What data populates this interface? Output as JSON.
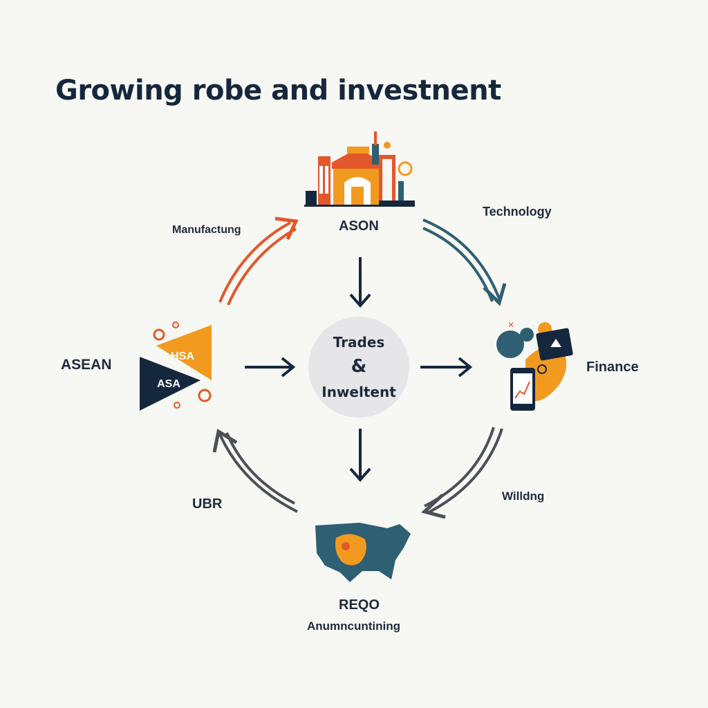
{
  "title": "Growing robe and investnent",
  "center": {
    "line1": "Trades",
    "line2": "&",
    "line3": "Inweltent"
  },
  "nodes": {
    "top": "ASON",
    "left": "ASEAN",
    "right": "Finance",
    "bottom_line1": "REQO",
    "bottom_line2": "Anumncuntining"
  },
  "arrow_labels": {
    "top_left": "Manufactung",
    "top_right": "Technology",
    "bottom_left": "UBR",
    "bottom_right": "Willdng"
  },
  "badge": {
    "upper": "HSA",
    "lower": "ASA"
  },
  "colors": {
    "navy": "#15273d",
    "orange": "#f29a1f",
    "red_orange": "#e2582b",
    "teal": "#2f5f73",
    "gray": "#4b4f57",
    "center_circle": "#e6e6e8"
  }
}
